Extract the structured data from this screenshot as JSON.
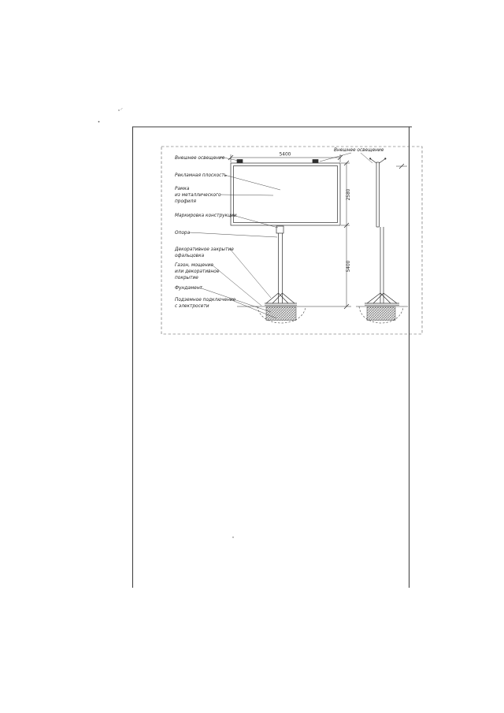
{
  "document": {
    "kind": "scanned technical drawing of a freestanding billboard (front and side views)",
    "background_color": "#ffffff",
    "ink_color": "#2e2e2e"
  },
  "annotations_left": [
    {
      "lines": [
        "Внешнее освещение"
      ]
    },
    {
      "lines": [
        "Рекламная плоскость"
      ]
    },
    {
      "lines": [
        "Рамка",
        "из металлического",
        "профиля"
      ]
    },
    {
      "lines": [
        "Маркировка конструкции"
      ]
    },
    {
      "lines": [
        "Опора"
      ]
    },
    {
      "lines": [
        "Декоративное закрытие",
        "офальцовка"
      ]
    },
    {
      "lines": [
        "Газон, мощение",
        "или декоративное",
        "покрытие"
      ]
    },
    {
      "lines": [
        "Фундамент"
      ]
    },
    {
      "lines": [
        "Подземное подключение",
        "с электросети"
      ]
    }
  ],
  "annotation_top_right": "Внешнее освещение",
  "dimensions": {
    "panel_width": "5400",
    "panel_height": "2580",
    "support_height": "5400"
  }
}
